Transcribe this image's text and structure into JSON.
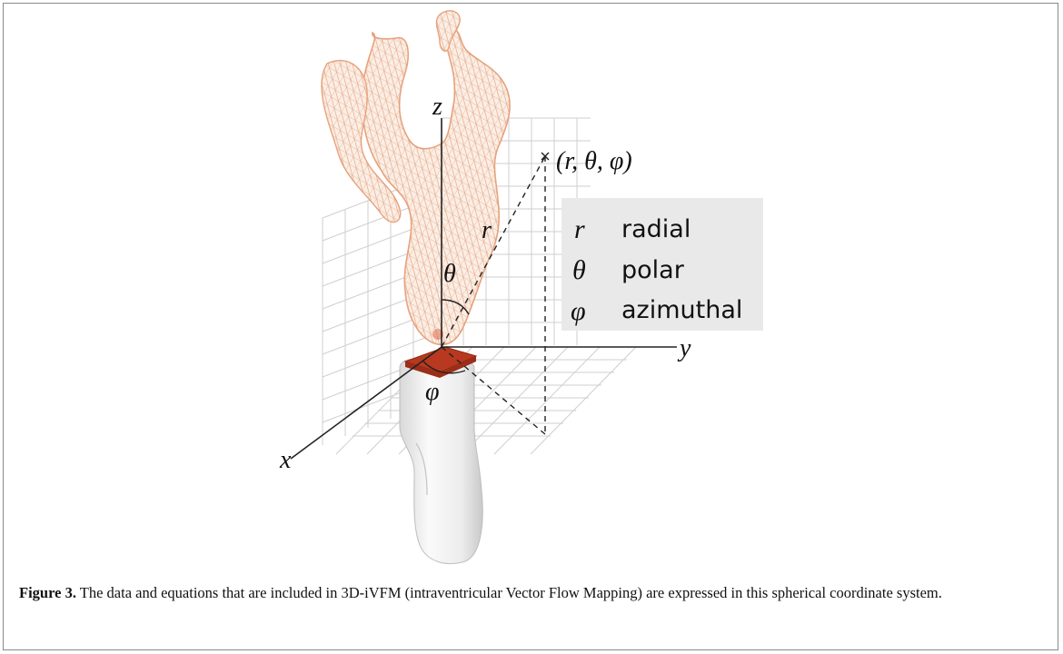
{
  "figure": {
    "axes": {
      "x": "x",
      "y": "y",
      "z": "z"
    },
    "point_label": "(r, θ, φ)",
    "radius_symbol": "r",
    "polar_symbol": "θ",
    "azimuth_symbol": "φ",
    "legend": [
      {
        "symbol": "r",
        "word": "radial"
      },
      {
        "symbol": "θ",
        "word": "polar"
      },
      {
        "symbol": "φ",
        "word": "azimuthal"
      }
    ],
    "colors": {
      "mesh": "#e8a47e",
      "mesh_fill": "#fbe9dd",
      "transducer_face": "#b8391f",
      "probe": "#ededed",
      "grid": "#c9c9c9",
      "legend_bg": "#e9e9e9"
    }
  },
  "caption": {
    "label": "Figure 3.",
    "text": " The data and equations that are included in 3D-iVFM (intraventricular Vector Flow Mapping) are expressed in this spherical coordinate system."
  }
}
